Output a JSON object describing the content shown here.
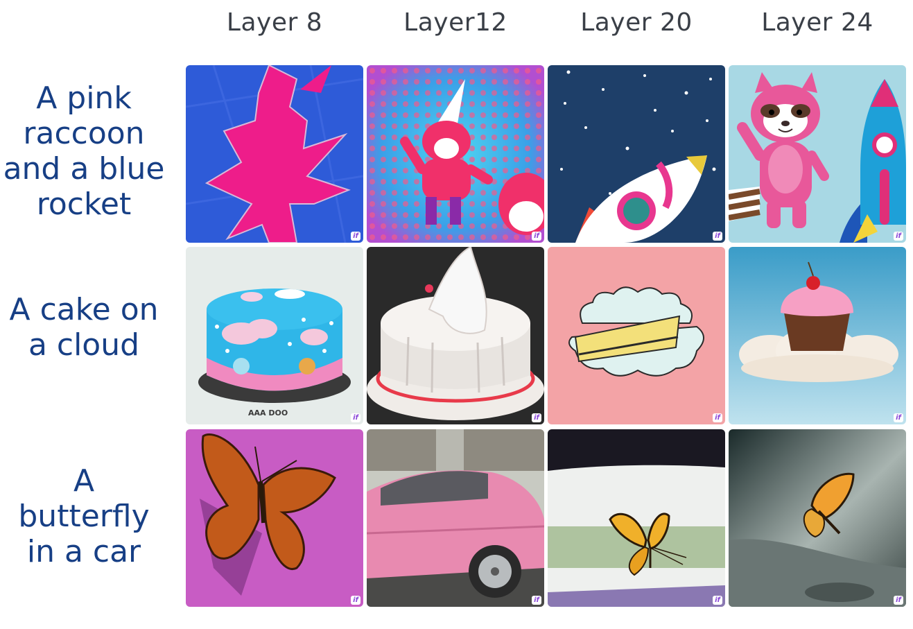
{
  "columns": [
    "Layer 8",
    "Layer12",
    "Layer 20",
    "Layer 24"
  ],
  "rows": [
    {
      "label_lines": [
        "A pink",
        "raccoon",
        "and a blue",
        "rocket"
      ],
      "images": [
        {
          "subject": "abstract pink shape on blue"
        },
        {
          "subject": "pink fox with party hat on dotted background"
        },
        {
          "subject": "white rocket in starry sky"
        },
        {
          "subject": "pink raccoon waving next to blue rocket"
        }
      ]
    },
    {
      "label_lines": [
        "A cake on",
        "a cloud"
      ],
      "images": [
        {
          "subject": "blue cake with cloud decorations",
          "caption": "AAA DOO"
        },
        {
          "subject": "white fondant cake"
        },
        {
          "subject": "cake slice on cloud"
        },
        {
          "subject": "cupcake on cloud"
        }
      ]
    },
    {
      "label_lines": [
        "A",
        "butterfly",
        "in a car"
      ],
      "images": [
        {
          "subject": "orange butterfly on purple"
        },
        {
          "subject": "pink car"
        },
        {
          "subject": "butterfly at car window"
        },
        {
          "subject": "butterfly on car dashboard"
        }
      ]
    }
  ],
  "watermark": "if",
  "colors": {
    "header_text": "#3a3f47",
    "label_text": "#173f85",
    "watermark": "#8a46d8"
  }
}
